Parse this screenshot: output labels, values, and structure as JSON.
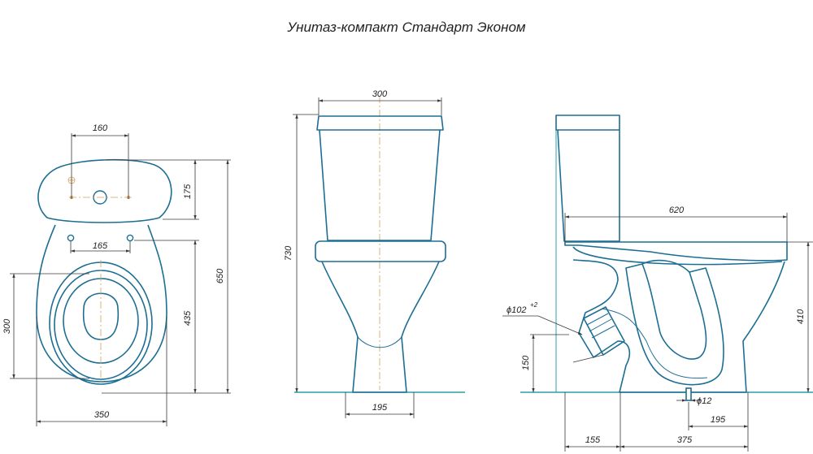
{
  "title": "Унитаз-компакт Стандарт Эконом",
  "colors": {
    "outline": "#1d6e93",
    "dimension": "#3a3a3a",
    "centerline": "#d4a05a",
    "floor": "#2aa0a8"
  },
  "top_view": {
    "dim_160": "160",
    "dim_175": "175",
    "dim_165": "165",
    "dim_650": "650",
    "dim_435": "435",
    "dim_300": "300",
    "dim_350": "350"
  },
  "front_view": {
    "dim_300": "300",
    "dim_730": "730",
    "dim_195": "195"
  },
  "side_view": {
    "dim_620": "620",
    "dim_410": "410",
    "dim_phi102": "ϕ102",
    "dim_phi102_tol": "+2",
    "dim_150": "150",
    "dim_phi12": "ϕ12",
    "dim_195": "195",
    "dim_155": "155",
    "dim_375": "375"
  }
}
